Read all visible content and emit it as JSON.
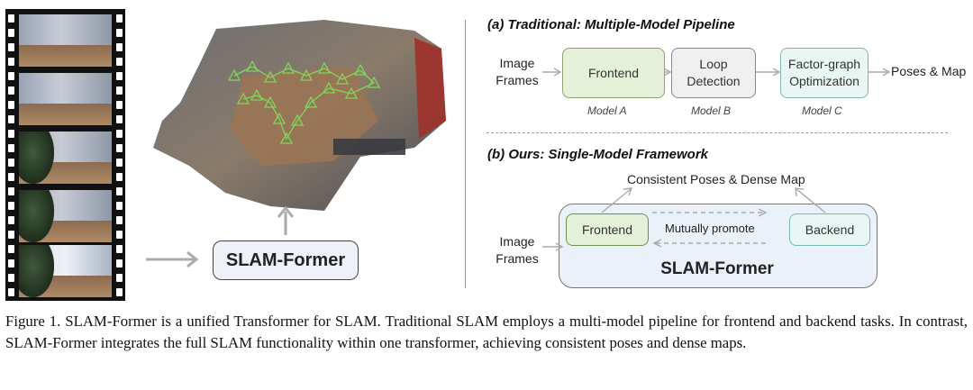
{
  "left": {
    "main_box_label": "SLAM-Former"
  },
  "pipeline_a": {
    "title": "(a) Traditional: Multiple-Model Pipeline",
    "input_label": "Image\nFrames",
    "boxes": [
      {
        "label": "Frontend",
        "model": "Model A",
        "fill": "#e5f0d8"
      },
      {
        "label": "Loop\nDetection",
        "model": "Model B",
        "fill": "#efefef"
      },
      {
        "label": "Factor-graph\nOptimization",
        "model": "Model C",
        "fill": "#e9f6f4"
      }
    ],
    "output_label": "Poses & Map"
  },
  "framework_b": {
    "title": "(b) Ours: Single-Model Framework",
    "output_label": "Consistent Poses & Dense Map",
    "input_label": "Image\nFrames",
    "frontend_label": "Frontend",
    "backend_label": "Backend",
    "promote_label": "Mutually promote",
    "container_label": "SLAM-Former"
  },
  "caption": "Figure 1. SLAM-Former is a unified Transformer for SLAM. Traditional SLAM employs a multi-model pipeline for frontend and backend tasks. In contrast, SLAM-Former integrates the full SLAM functionality within one transformer, achieving consistent poses and dense maps.",
  "colors": {
    "frontend": "#e5f0d8",
    "loop": "#efefef",
    "factor": "#e9f6f4",
    "container": "#eaf1f8",
    "trajectory": "#7fd65a"
  }
}
